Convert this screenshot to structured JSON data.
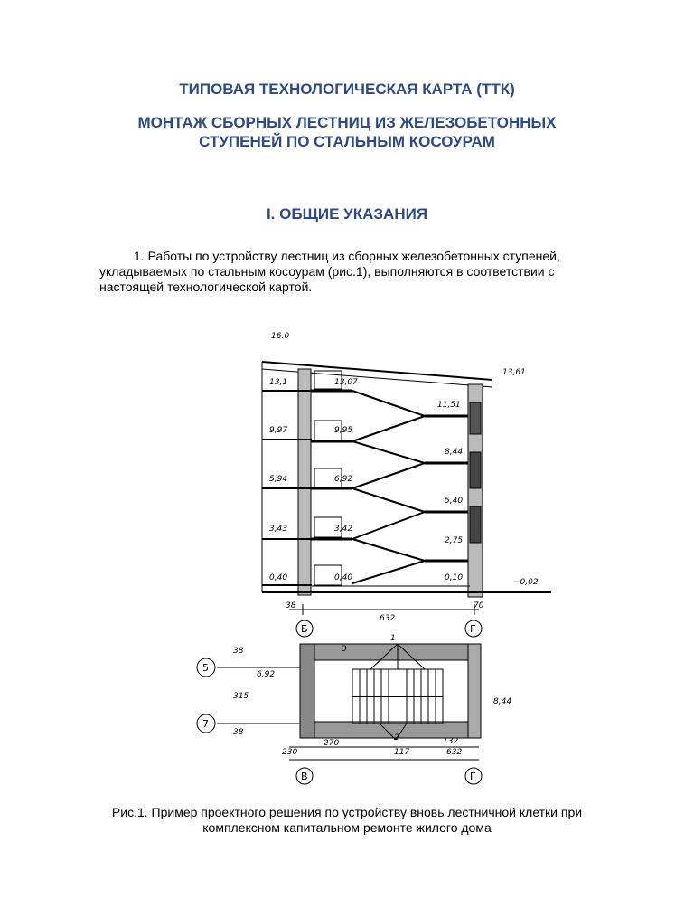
{
  "document": {
    "title_line": "ТИПОВАЯ ТЕХНОЛОГИЧЕСКАЯ КАРТА (ТТК)",
    "subtitle_line1": "МОНТАЖ СБОРНЫХ ЛЕСТНИЦ ИЗ ЖЕЛЕЗОБЕТОННЫХ",
    "subtitle_line2": "СТУПЕНЕЙ ПО СТАЛЬНЫМ КОСОУРАМ",
    "section_heading": "I. ОБЩИЕ УКАЗАНИЯ",
    "paragraph_line1": "1. Работы по устройству лестниц из сборных железобетонных ступеней,",
    "paragraph_line2": "укладываемых по стальным косоурам (рис.1), выполняются в соответствии с",
    "paragraph_line3": "настоящей технологической картой.",
    "caption_line1": "Рис.1. Пример проектного решения по устройству вновь лестничной клетки при",
    "caption_line2": "комплексном капитальном ремонте жилого дома"
  },
  "figure": {
    "section_marks_left": [
      "16.0",
      "13,1",
      "9,97",
      "5,94",
      "3,43",
      "0,40"
    ],
    "section_marks_mid": [
      "13,07",
      "9,95",
      "6,92",
      "3,42",
      "0,40"
    ],
    "section_marks_right": [
      "13,61",
      "11,51",
      "8,44",
      "5,40",
      "2,75",
      "0,10",
      "−0,02"
    ],
    "section_dims": [
      "38",
      "632",
      "70"
    ],
    "section_axes": [
      "Б",
      "Г"
    ],
    "plan_marks": [
      "6,92",
      "8,44"
    ],
    "plan_dims": [
      "38",
      "315",
      "38",
      "230",
      "270",
      "117",
      "132",
      "632"
    ],
    "plan_callouts": [
      "1",
      "2",
      "3"
    ],
    "plan_axes_rows": [
      "5",
      "7"
    ],
    "plan_axes_cols": [
      "В",
      "Г"
    ]
  }
}
